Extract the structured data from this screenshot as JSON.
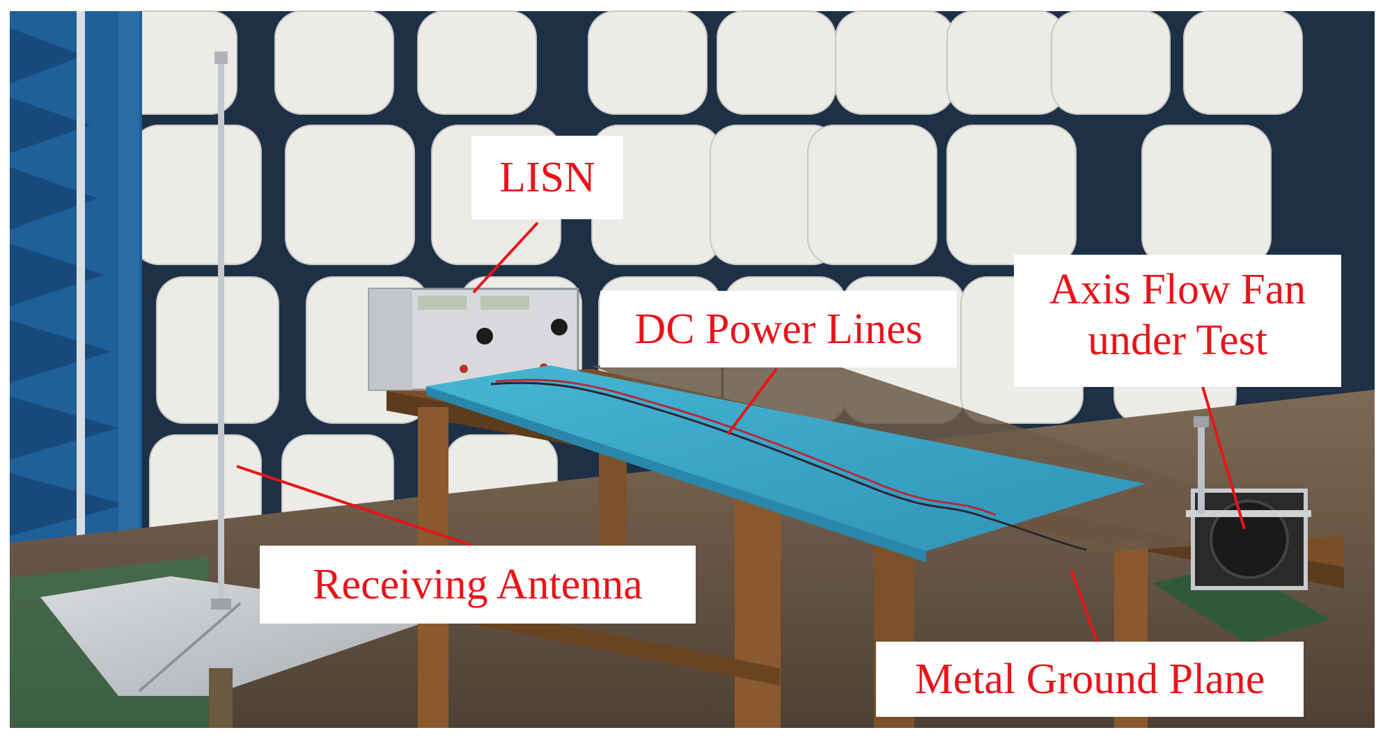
{
  "photo": {
    "subject": "EMC conducted/radiated emission test setup in anechoic chamber",
    "colors": {
      "chamber_absorber_white": "#ecebe7",
      "chamber_wall_navy": "#1d3046",
      "pyramid_absorber_blue": "#1f5f9a",
      "insulating_board_cyan": "#38a9c9",
      "wood_table": "#8a5a2e",
      "callout_text": "#e8141a",
      "callout_line": "#e8141a"
    }
  },
  "callouts": {
    "lisn": "LISN",
    "dc_power_lines": "DC Power Lines",
    "fan_line1": "Axis Flow Fan",
    "fan_line2": "under Test",
    "receiving_antenna": "Receiving Antenna",
    "metal_ground_plane": "Metal Ground Plane"
  }
}
